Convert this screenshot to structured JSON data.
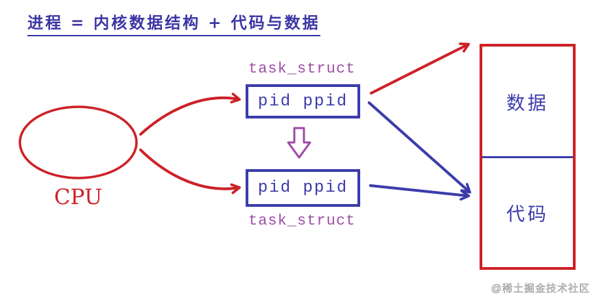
{
  "title": "进程 = 内核数据结构 + 代码与数据",
  "cpu": {
    "label": "CPU"
  },
  "structs": {
    "top": {
      "caption": "task_struct",
      "fields": "pid ppid"
    },
    "bottom": {
      "caption": "task_struct",
      "fields": "pid ppid"
    }
  },
  "memory": {
    "data": "数据",
    "code": "代码"
  },
  "watermark": "@稀土掘金技术社区",
  "colors": {
    "red": "#cd2127",
    "blue": "#3b3caa",
    "purple_label": "#a04fa8",
    "purple_arrow": "#a04aa8",
    "title_blue": "#3c35a5",
    "watermark_gray": "#9f9f9f",
    "background": "#ffffff"
  }
}
